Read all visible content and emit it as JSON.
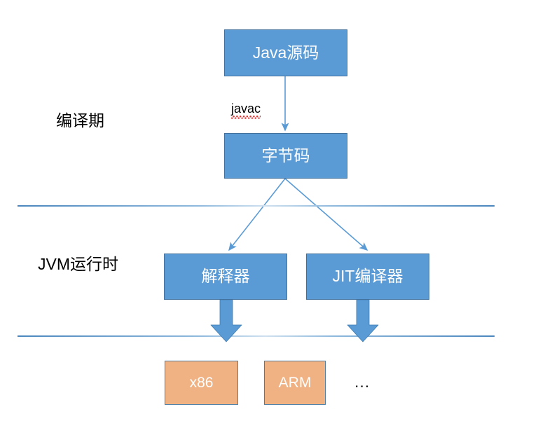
{
  "diagram": {
    "title": "Java compilation and JVM runtime pipeline",
    "colors": {
      "box_blue_fill": "#5B9BD5",
      "box_blue_border": "#41719C",
      "box_orange_fill": "#F0B183",
      "box_orange_border": "#4E7CA1",
      "connector_blue": "#5B9BD5",
      "divider_blue": "#4A86BD",
      "label_text": "#000000",
      "box_text": "#FFFFFF",
      "spellcheck_underline": "#E03131"
    },
    "stage_labels": [
      {
        "id": "compile-time",
        "text": "编译期"
      },
      {
        "id": "jvm-runtime",
        "text": "JVM运行时"
      }
    ],
    "nodes": [
      {
        "id": "java-source",
        "label": "Java源码",
        "style": "blue"
      },
      {
        "id": "bytecode",
        "label": "字节码",
        "style": "blue"
      },
      {
        "id": "interpreter",
        "label": "解释器",
        "style": "blue"
      },
      {
        "id": "jit-compiler",
        "label": "JIT编译器",
        "style": "blue"
      },
      {
        "id": "x86",
        "label": "x86",
        "style": "orange"
      },
      {
        "id": "arm",
        "label": "ARM",
        "style": "orange"
      }
    ],
    "edge_labels": [
      {
        "id": "javac",
        "text": "javac",
        "spellchecked": true
      }
    ],
    "ellipsis": "...",
    "dividers": 2
  }
}
